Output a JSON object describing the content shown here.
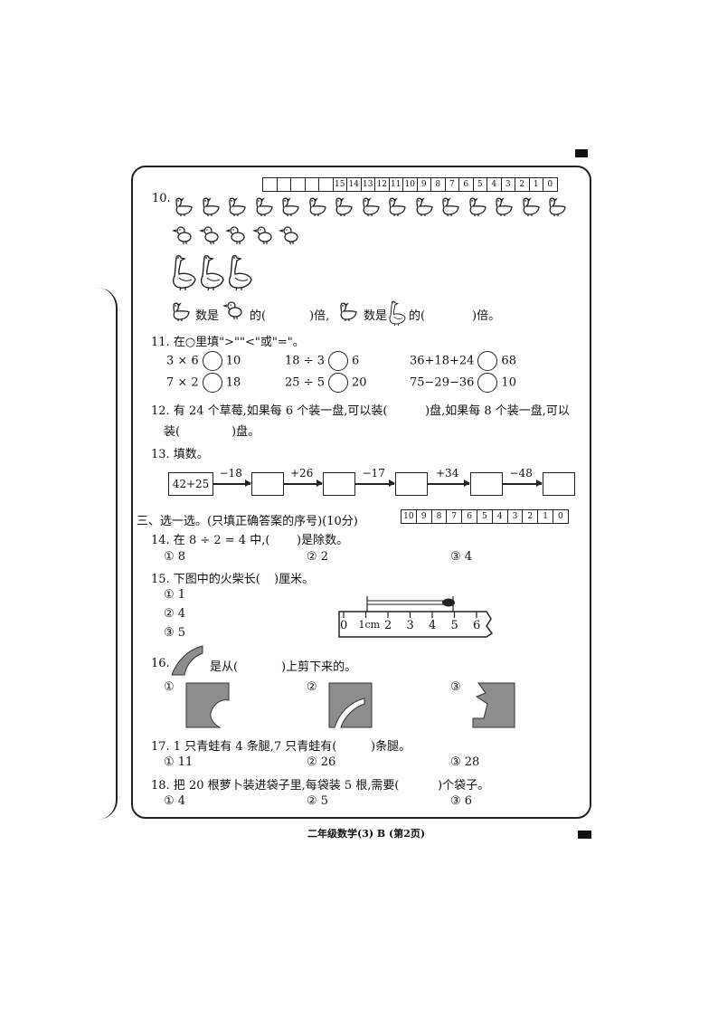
{
  "score_grid_top": [
    "",
    "",
    "",
    "",
    "",
    "15",
    "14",
    "13",
    "12",
    "11",
    "10",
    "9",
    "8",
    "7",
    "6",
    "5",
    "4",
    "3",
    "2",
    "1",
    "0"
  ],
  "score_grid_mid": [
    "10",
    "9",
    "8",
    "7",
    "6",
    "5",
    "4",
    "3",
    "2",
    "1",
    "0"
  ],
  "q10": {
    "num": "10.",
    "ducks_count": 15,
    "chicks_count": 5,
    "geese_count": 3,
    "t1": "数是",
    "t2": "的(",
    "t3": ")倍,",
    "t4": "数是",
    "t5": "的(",
    "t6": ")倍。"
  },
  "q11": {
    "title": "11. 在○里填\">\"\"<\"或\"=\"。",
    "rows": [
      [
        {
          "l": "3 × 6",
          "r": "10"
        },
        {
          "l": "18 ÷ 3",
          "r": "6"
        },
        {
          "l": "36+18+24",
          "r": "68"
        }
      ],
      [
        {
          "l": "7 × 2",
          "r": "18"
        },
        {
          "l": "25 ÷ 5",
          "r": "20"
        },
        {
          "l": "75−29−36",
          "r": "10"
        }
      ]
    ]
  },
  "q12": {
    "line1a": "12. 有 24 个草莓,如果每 6 个装一盘,可以装(",
    "line1b": ")盘,如果每 8 个装一盘,可以",
    "line2a": "装(",
    "line2b": ")盘。"
  },
  "q13": {
    "title": "13. 填数。",
    "start": "42+25",
    "ops": [
      "−18",
      "+26",
      "−17",
      "+34",
      "−48"
    ]
  },
  "section3": "三、选一选。(只填正确答案的序号)(10分)",
  "q14": {
    "stem_a": "14. 在 8 ÷ 2 = 4 中,(",
    "stem_b": ")是除数。",
    "opts": [
      "① 8",
      "② 2",
      "③ 4"
    ]
  },
  "q15": {
    "stem_a": "15. 下图中的火柴长(",
    "stem_b": ")厘米。",
    "opts": [
      "① 1",
      "② 4",
      "③ 5"
    ],
    "ruler_labels": [
      "0",
      "1cm",
      "2",
      "3",
      "4",
      "5",
      "6"
    ]
  },
  "q16": {
    "num": "16.",
    "stem_a": "是从(",
    "stem_b": ")上剪下来的。",
    "opt_nums": [
      "①",
      "②",
      "③"
    ]
  },
  "q17": {
    "stem_a": "17. 1 只青蛙有 4 条腿,7 只青蛙有(",
    "stem_b": ")条腿。",
    "opts": [
      "① 11",
      "② 26",
      "③ 28"
    ]
  },
  "q18": {
    "stem_a": "18. 把 20 根萝卜装进袋子里,每袋装 5 根,需要(",
    "stem_b": ")个袋子。",
    "opts": [
      "① 4",
      "② 5",
      "③ 6"
    ]
  },
  "footer": "二年级数学(3) B (第2页)"
}
